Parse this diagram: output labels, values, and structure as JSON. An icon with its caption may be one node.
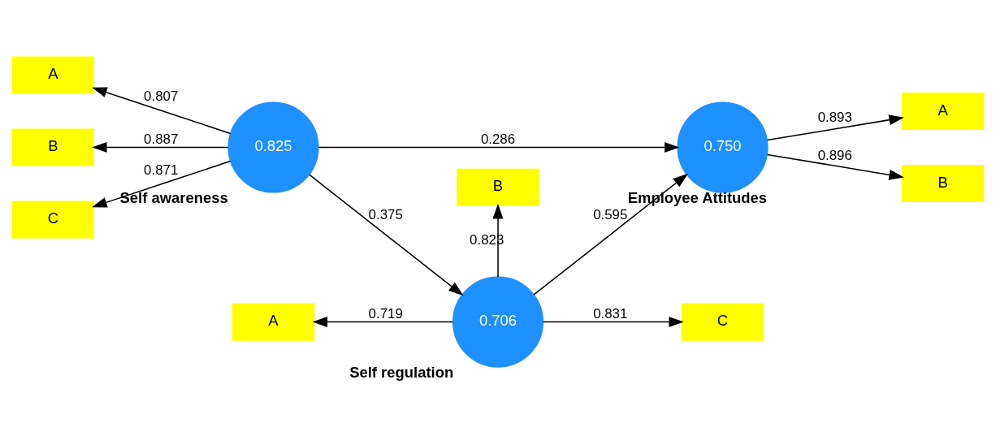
{
  "diagram": {
    "nodes": [
      {
        "text": [
          "A"
        ]
      },
      {
        "text": [
          "B"
        ]
      },
      {
        "text": [
          "C"
        ]
      },
      {
        "text": [
          "0.706"
        ],
        "beside": [
          "Self regulation"
        ]
      },
      {
        "text": [
          "A"
        ]
      },
      {
        "text": [
          "B"
        ]
      },
      {
        "text": [
          "C"
        ]
      },
      {
        "text": [
          "0.825"
        ],
        "beside": [
          "Self awareness"
        ]
      },
      {
        "text": [
          "0.750"
        ],
        "beside": [
          "Employee Attitudes"
        ]
      },
      {
        "text": [
          "A"
        ]
      },
      {
        "text": [
          "B"
        ]
      }
    ],
    "edges": [
      {
        "from": 3,
        "to": 0,
        "arrow": "to",
        "label": "0.719"
      },
      {
        "from": 3,
        "to": 1,
        "arrow": "to",
        "label": "0.823"
      },
      {
        "from": 3,
        "to": 2,
        "arrow": "to",
        "label": "0.831"
      },
      {
        "from": 7,
        "to": 3,
        "arrow": "to",
        "label": "0.375"
      },
      {
        "from": 3,
        "to": 8,
        "arrow": "to",
        "label": "0.595"
      },
      {
        "from": 7,
        "to": 4,
        "arrow": "to",
        "label": "0.807"
      },
      {
        "from": 7,
        "to": 5,
        "arrow": "to",
        "label": "0.887"
      },
      {
        "from": 7,
        "to": 6,
        "arrow": "to",
        "label": "0.871"
      },
      {
        "from": 7,
        "to": 8,
        "arrow": "to",
        "label": "0.286"
      },
      {
        "from": 8,
        "to": 9,
        "arrow": "to",
        "label": "0.893"
      },
      {
        "from": 8,
        "to": 10,
        "arrow": "to",
        "label": "0.896"
      }
    ]
  }
}
